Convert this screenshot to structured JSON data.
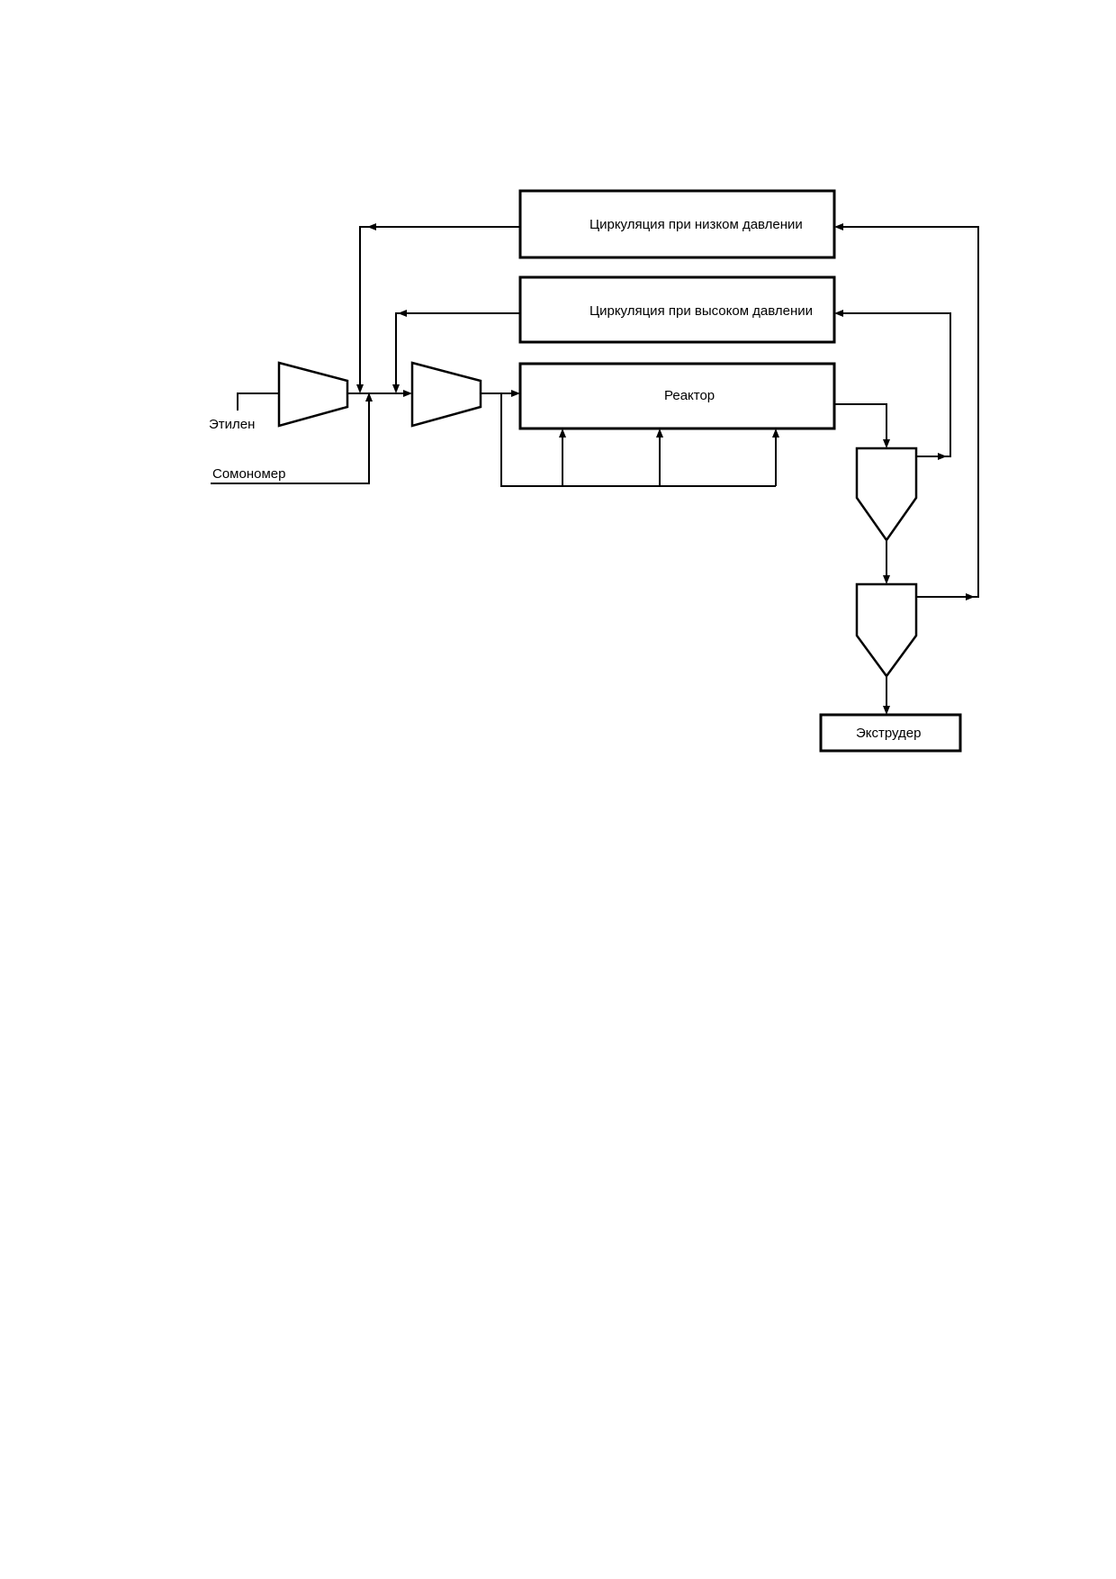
{
  "diagram": {
    "nodes": {
      "low_pressure": "Циркуляция при низком давлении",
      "high_pressure": "Циркуляция при высоком давлении",
      "reactor": "Реактор",
      "extruder": "Экструдер"
    },
    "inputs": {
      "ethylene": "Этилен",
      "comonomer": "Сомономер"
    }
  }
}
